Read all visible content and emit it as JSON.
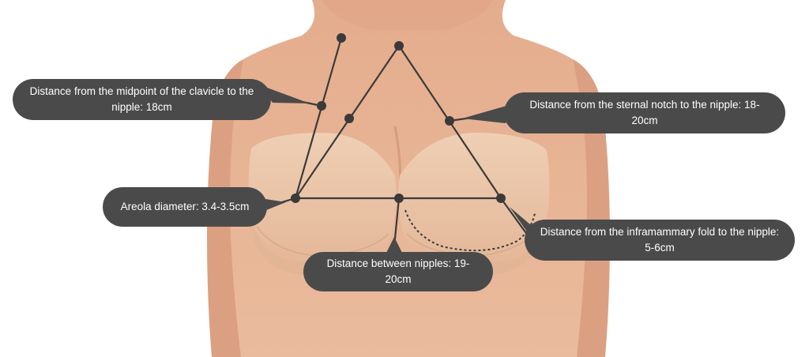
{
  "colors": {
    "background": "#ffffff",
    "skin": "#e8b596",
    "skin_shadow": "#c98d6d",
    "garment": "#ecc8ab",
    "garment_shadow": "#d7a98a",
    "line": "#3a3a3a",
    "callout": "#4a4a4a",
    "callout_text": "#ffffff"
  },
  "callouts": {
    "clavicle": "Distance from the midpoint of the clavicle to the nipple: 18cm",
    "sternal": "Distance from the sternal notch to the nipple: 18-20cm",
    "areola": "Areola diameter: 3.4-3.5cm",
    "inframammary": "Distance from the inframammary fold to the nipple: 5-6cm",
    "nipples": "Distance between nipples: 19-20cm"
  }
}
